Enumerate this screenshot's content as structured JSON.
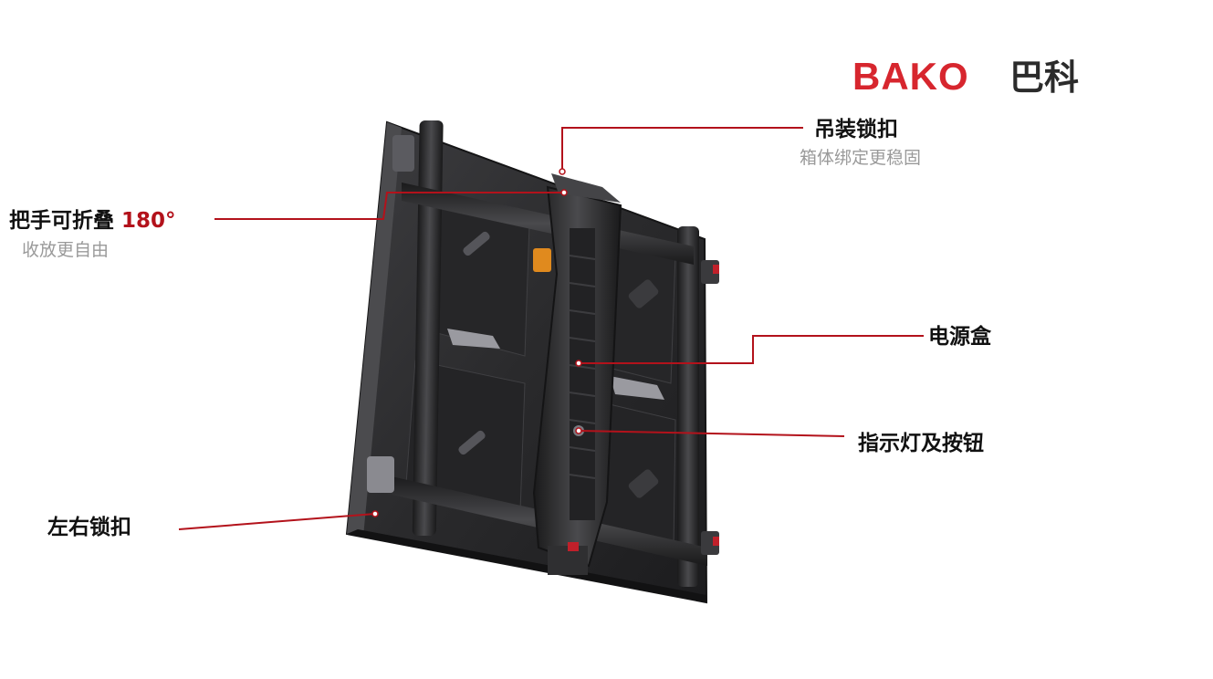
{
  "brand": {
    "latin": "BAKO",
    "cjk": "巴科",
    "color": "#d7262e",
    "dark": "#2b2b2b"
  },
  "callouts": {
    "hanging_lock": {
      "title": "吊装锁扣",
      "subtitle": "箱体绑定更稳固"
    },
    "handle": {
      "title": "把手可折叠",
      "angle": "180°",
      "subtitle": "收放更自由"
    },
    "power_box": {
      "title": "电源盒"
    },
    "indicator": {
      "title": "指示灯及按钮"
    },
    "side_lock": {
      "title": "左右锁扣"
    }
  },
  "colors": {
    "leader_line": "#b3121b",
    "cabinet": "#2f2f31",
    "cabinet_dark": "#1d1d1f"
  }
}
